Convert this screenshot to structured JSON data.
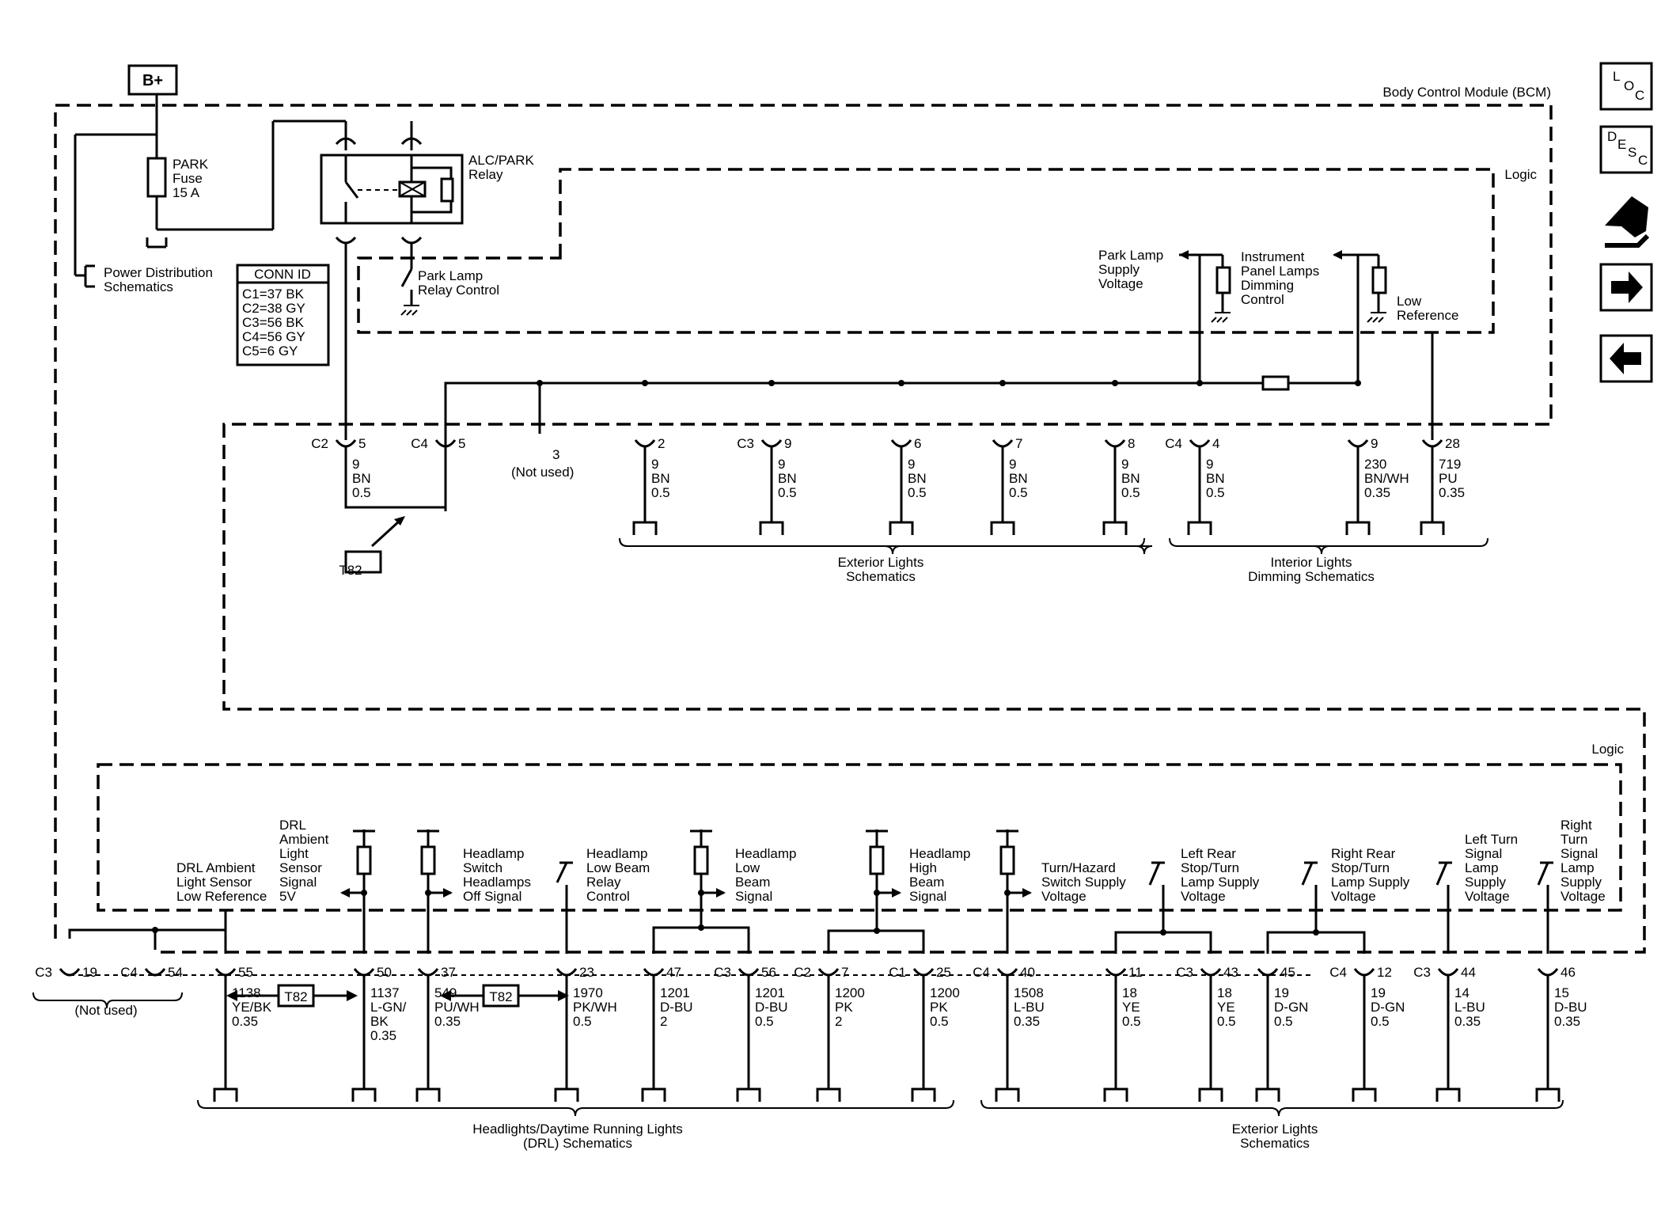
{
  "bplus": "B+",
  "bcm_title": "Body Control Module (BCM)",
  "logic_label": "Logic",
  "park_fuse": [
    "PARK",
    "Fuse",
    "15 A"
  ],
  "alc_relay": [
    "ALC/PARK",
    "Relay"
  ],
  "power_dist": [
    "Power Distribution",
    "Schematics"
  ],
  "park_relay_ctrl": [
    "Park Lamp",
    "Relay Control"
  ],
  "conn_id": {
    "title": "CONN ID",
    "rows": [
      "C1=37 BK",
      "C2=38 GY",
      "C3=56 BK",
      "C4=56 GY",
      "C5=6 GY"
    ]
  },
  "park_supply": [
    "Park Lamp",
    "Supply",
    "Voltage"
  ],
  "ip_dimming": [
    "Instrument",
    "Panel Lamps",
    "Dimming",
    "Control"
  ],
  "low_ref": [
    "Low",
    "Reference"
  ],
  "t82": "T82",
  "not_used": "(Not used)",
  "upper_pins": [
    {
      "conn": "C2",
      "pin": "5",
      "wire": [
        "9",
        "BN",
        "0.5"
      ]
    },
    {
      "conn": "C4",
      "pin": "5",
      "wire": []
    },
    {
      "conn": "",
      "pin": "3",
      "wire": [
        "(Not used)"
      ]
    },
    {
      "conn": "",
      "pin": "2",
      "wire": [
        "9",
        "BN",
        "0.5"
      ]
    },
    {
      "conn": "C3",
      "pin": "9",
      "wire": [
        "9",
        "BN",
        "0.5"
      ]
    },
    {
      "conn": "",
      "pin": "6",
      "wire": [
        "9",
        "BN",
        "0.5"
      ]
    },
    {
      "conn": "",
      "pin": "7",
      "wire": [
        "9",
        "BN",
        "0.5"
      ]
    },
    {
      "conn": "",
      "pin": "8",
      "wire": [
        "9",
        "BN",
        "0.5"
      ]
    },
    {
      "conn": "C4",
      "pin": "4",
      "wire": [
        "9",
        "BN",
        "0.5"
      ]
    },
    {
      "conn": "",
      "pin": "9",
      "wire": [
        "230",
        "BN/WH",
        "0.35"
      ]
    },
    {
      "conn": "",
      "pin": "28",
      "wire": [
        "719",
        "PU",
        "0.35"
      ]
    }
  ],
  "ext_lights_upper": [
    "Exterior Lights",
    "Schematics"
  ],
  "int_lights": [
    "Interior Lights",
    "Dimming Schematics"
  ],
  "lower_labels": {
    "drl_ambient_lowref": [
      "DRL Ambient",
      "Light Sensor",
      "Low Reference"
    ],
    "drl_ambient_5v": [
      "DRL",
      "Ambient",
      "Light",
      "Sensor",
      "Signal",
      "5V"
    ],
    "hl_switch_off": [
      "Headlamp",
      "Switch",
      "Headlamps",
      "Off Signal"
    ],
    "hl_lowbeam_relay": [
      "Headlamp",
      "Low Beam",
      "Relay",
      "Control"
    ],
    "hl_lowbeam_signal": [
      "Headlamp",
      "Low",
      "Beam",
      "Signal"
    ],
    "hl_highbeam_signal": [
      "Headlamp",
      "High",
      "Beam",
      "Signal"
    ],
    "turn_hazard": [
      "Turn/Hazard",
      "Switch Supply",
      "Voltage"
    ],
    "lr_stop_turn": [
      "Left Rear",
      "Stop/Turn",
      "Lamp Supply",
      "Voltage"
    ],
    "rr_stop_turn": [
      "Right Rear",
      "Stop/Turn",
      "Lamp Supply",
      "Voltage"
    ],
    "lt_turn": [
      "Left Turn",
      "Signal",
      "Lamp",
      "Supply",
      "Voltage"
    ],
    "rt_turn": [
      "Right",
      "Turn",
      "Signal",
      "Lamp",
      "Supply",
      "Voltage"
    ]
  },
  "lower_pins": [
    {
      "conn": "C3",
      "pin": "19",
      "wire": []
    },
    {
      "conn": "C4",
      "pin": "54",
      "wire": []
    },
    {
      "conn": "",
      "pin": "55",
      "wire": [
        "1138",
        "YE/BK",
        "0.35"
      ]
    },
    {
      "conn": "",
      "pin": "50",
      "wire": [
        "1137",
        "L-GN/",
        "BK",
        "0.35"
      ]
    },
    {
      "conn": "",
      "pin": "37",
      "wire": [
        "549",
        "PU/WH",
        "0.35"
      ]
    },
    {
      "conn": "",
      "pin": "23",
      "wire": [
        "1970",
        "PK/WH",
        "0.5"
      ]
    },
    {
      "conn": "",
      "pin": "47",
      "wire": [
        "1201",
        "D-BU",
        "2"
      ]
    },
    {
      "conn": "C3",
      "pin": "56",
      "wire": [
        "1201",
        "D-BU",
        "0.5"
      ]
    },
    {
      "conn": "C2",
      "pin": "7",
      "wire": [
        "1200",
        "PK",
        "2"
      ]
    },
    {
      "conn": "C1",
      "pin": "25",
      "wire": [
        "1200",
        "PK",
        "0.5"
      ]
    },
    {
      "conn": "C4",
      "pin": "40",
      "wire": [
        "1508",
        "L-BU",
        "0.35"
      ]
    },
    {
      "conn": "",
      "pin": "11",
      "wire": [
        "18",
        "YE",
        "0.5"
      ]
    },
    {
      "conn": "C3",
      "pin": "43",
      "wire": [
        "18",
        "YE",
        "0.5"
      ]
    },
    {
      "conn": "",
      "pin": "45",
      "wire": [
        "19",
        "D-GN",
        "0.5"
      ]
    },
    {
      "conn": "C4",
      "pin": "12",
      "wire": [
        "19",
        "D-GN",
        "0.5"
      ]
    },
    {
      "conn": "C3",
      "pin": "44",
      "wire": [
        "14",
        "L-BU",
        "0.35"
      ]
    },
    {
      "conn": "",
      "pin": "46",
      "wire": [
        "15",
        "D-BU",
        "0.35"
      ]
    }
  ],
  "hl_drl": [
    "Headlights/Daytime Running Lights",
    "(DRL) Schematics"
  ],
  "ext_lights_lower": [
    "Exterior Lights",
    "Schematics"
  ],
  "side_icons": [
    {
      "name": "loc-icon",
      "letters": [
        "L",
        "O",
        "C"
      ]
    },
    {
      "name": "desc-icon",
      "letters": [
        "D",
        "E",
        "S",
        "C"
      ]
    },
    {
      "name": "wrench-hand-icon"
    },
    {
      "name": "arrow-right-icon"
    },
    {
      "name": "arrow-left-icon"
    }
  ]
}
